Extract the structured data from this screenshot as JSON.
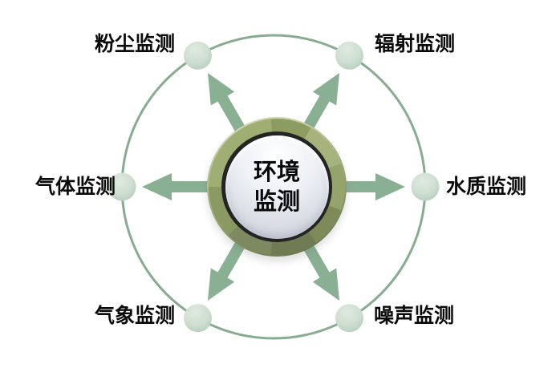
{
  "diagram": {
    "type": "radial-hub-spoke",
    "center": {
      "line1": "环境",
      "line2": "监测"
    },
    "nodes": [
      {
        "id": "dust",
        "label": "粉尘监测",
        "position": "top-left"
      },
      {
        "id": "radiation",
        "label": "辐射监测",
        "position": "top-right"
      },
      {
        "id": "gas",
        "label": "气体监测",
        "position": "left"
      },
      {
        "id": "water",
        "label": "水质监测",
        "position": "right"
      },
      {
        "id": "weather",
        "label": "气象监测",
        "position": "bottom-left"
      },
      {
        "id": "noise",
        "label": "噪声监测",
        "position": "bottom-right"
      }
    ],
    "colors": {
      "background": "#ffffff",
      "orbit_ring": "#87ac90",
      "arrow": "#8ab094",
      "node_fill": "#cfdfd2",
      "hub_bezel_olive": "#91a062",
      "hub_inner_ring": "#242424",
      "hub_face": "#e8ebf0",
      "text": "#0a0a0a"
    }
  }
}
